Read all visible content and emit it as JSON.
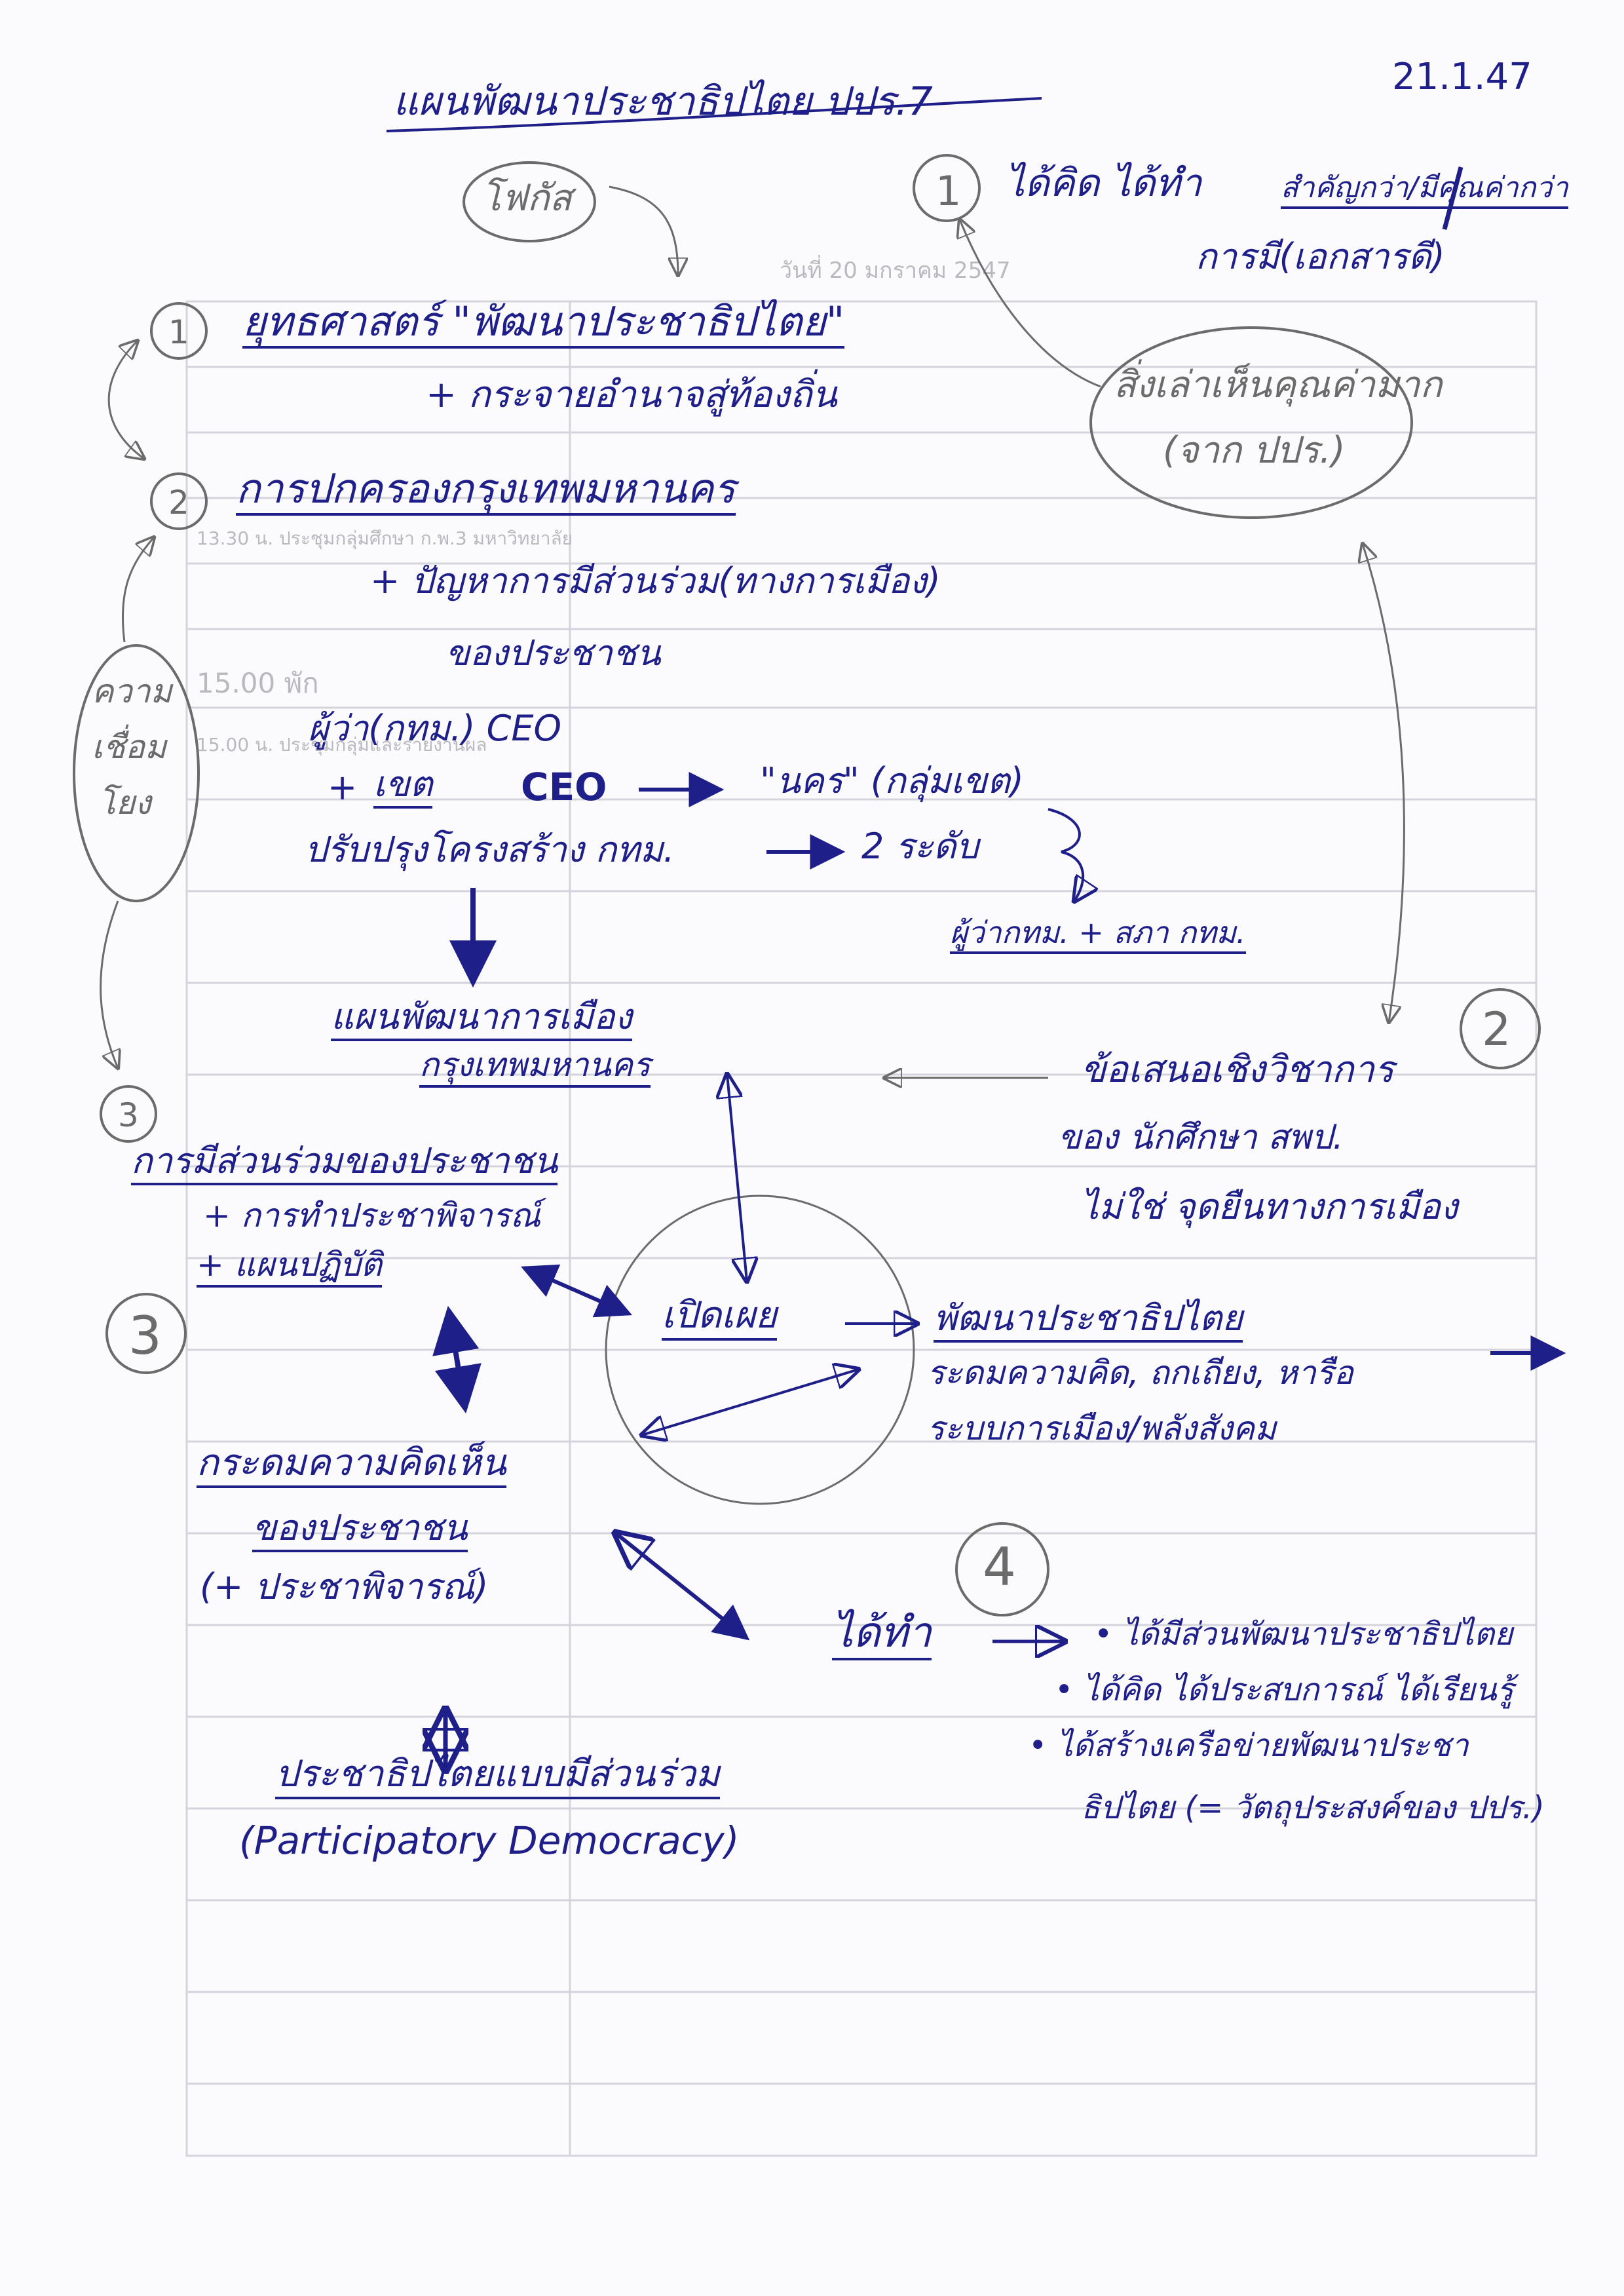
{
  "date": "21.1.47",
  "title": "แผนพัฒนาประชาธิปไตย ปปร.7",
  "focus": "โฟกัส",
  "section1": {
    "number": "1",
    "heading": "ยุทธศาสตร์ \"พัฒนาประชาธิปไตย\"",
    "sub": "+ กระจายอำนาจสู่ท้องถิ่น"
  },
  "section2": {
    "number": "2",
    "heading": "การปกครองกรุงเทพมหานคร",
    "sub1": "+ ปัญหาการมีส่วนร่วม(ทางการเมือง)",
    "sub2": "ของประชาชน",
    "ceo1": "ผู้ว่า(กทม.) CEO",
    "ceo2_prefix": "+",
    "ceo2_khet": "เขต",
    "ceo2_ceo": "CEO",
    "nakhon": "\"นคร\" (กลุ่มเขต)",
    "reform": "ปรับปรุงโครงสร้าง กทม.",
    "levels": "2 ระดับ",
    "governor": "ผู้ว่ากทม. + สภา กทม."
  },
  "plan_center": {
    "line1": "แผนพัฒนาการเมือง",
    "line2": "กรุงเทพมหานคร"
  },
  "link_label": [
    "ความ",
    "เชื่อม",
    "โยง"
  ],
  "section3": {
    "number": "3",
    "heading": "การมีส่วนร่วมของประชาชน",
    "sub1": "+ การทำประชาพิจารณ์",
    "sub2": "+ แผนปฏิบัติ",
    "big_number": "3"
  },
  "khet_center": "เปิดเผย",
  "develop": {
    "heading": "พัฒนาประชาธิปไตย",
    "line1": "ระดมความคิด, ถกเถียง, หารือ",
    "line2": "ระบบการเมือง/พลังสังคม"
  },
  "public_opinion": {
    "line1": "กระดมความคิดเห็น",
    "line2": "ของประชาชน",
    "line3": "(+ ประชาพิจารณ์)"
  },
  "participatory": {
    "thai": "ประชาธิปไตยแบบมีส่วนร่วม",
    "english": "(Participatory Democracy)"
  },
  "right_top": {
    "number": "1",
    "line1_a": "ได้คิด ได้ทำ",
    "line1_b": "สำคัญกว่า/มีคุณค่ากว่า",
    "line2": "การมี(เอกสารดี)",
    "bubble1": "สิ่งเล่าเห็นคุณค่ามาก",
    "bubble2": "(จาก ปปร.)"
  },
  "right_mid": {
    "number": "2",
    "line1": "ข้อเสนอเชิงวิชาการ",
    "line2": "ของ นักศึกษา สพป.",
    "line3": "ไม่ใช่ จุดยืนทางการเมือง"
  },
  "right_bottom": {
    "number": "4",
    "label": "ได้ทำ",
    "bullets": [
      "ได้มีส่วนพัฒนาประชาธิปไตย",
      "ได้คิด ได้ประสบการณ์ ได้เรียนรู้",
      "ได้สร้างเครือข่ายพัฒนาประชา"
    ],
    "bullet3_cont": "ธิปไตย (= วัตถุประสงค์ของ ปปร.)"
  },
  "background_form": {
    "header": "วันที่ 20 มกราคม 2547",
    "row1": "13.30 น. ประชุมกลุ่มศึกษา ก.พ.3 มหาวิทยาลัย",
    "row2": "15.00 พัก",
    "row3": "15.00 น. ประชุมกลุ่มและรายงานผล"
  }
}
